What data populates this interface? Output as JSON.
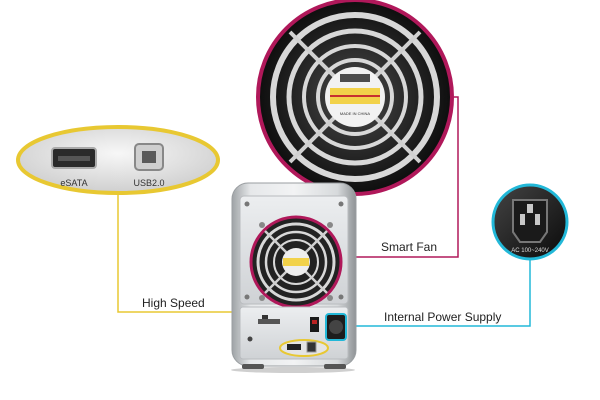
{
  "callouts": {
    "smart_fan": "Smart Fan",
    "high_speed": "High Speed",
    "internal_power_supply": "Internal Power Supply"
  },
  "ports": {
    "esata": "eSATA",
    "usb": "USB2.0"
  },
  "fan_sticker": {
    "made_in": "MADE IN CHINA"
  },
  "power_rating": "AC 100~240V",
  "colors": {
    "fan_callout": "#b0185a",
    "port_callout": "#e8c832",
    "power_callout": "#22b8d8",
    "enclosure": "#d9dbdd",
    "line_dark": "#222222"
  }
}
